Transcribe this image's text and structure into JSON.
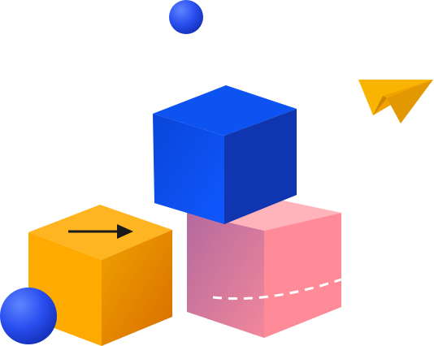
{
  "illustration": {
    "elements": [
      {
        "name": "sphere-top",
        "shape": "sphere",
        "color": "#2546e6"
      },
      {
        "name": "sphere-bottom-left",
        "shape": "sphere",
        "color": "#2546e6"
      },
      {
        "name": "paper-plane",
        "shape": "paper-plane",
        "color": "#f6a800"
      },
      {
        "name": "cube-blue",
        "shape": "cube",
        "color": "#0a4fe6"
      },
      {
        "name": "cube-pink",
        "shape": "cube",
        "color": "#ff98a0",
        "mark": "dashed-line"
      },
      {
        "name": "cube-orange",
        "shape": "cube",
        "color": "#f7a400",
        "mark": "right-arrow"
      }
    ]
  }
}
